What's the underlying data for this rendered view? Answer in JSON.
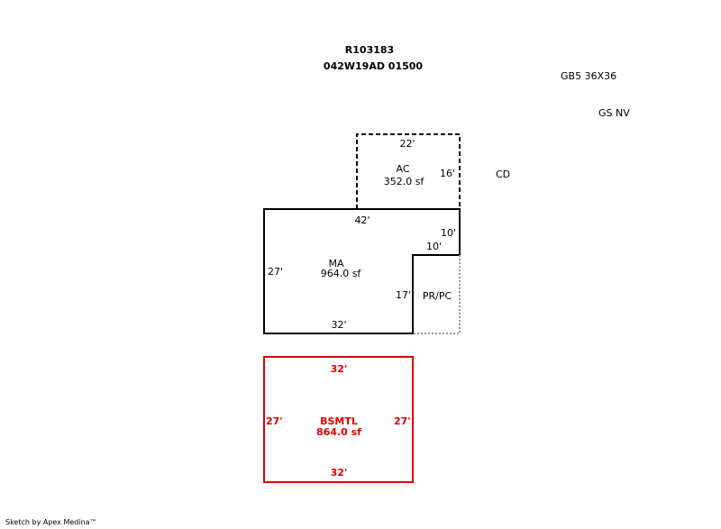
{
  "header": {
    "parcel_id": "R103183",
    "map_number": "042W19AD 01500"
  },
  "notes": {
    "outbuilding": "GB5 36X36",
    "outbuilding_note": "GS NV",
    "deck_label": "CD"
  },
  "areas": {
    "ac": {
      "label": "AC",
      "area": "352.0 sf",
      "dim_top": "22'",
      "dim_right": "16'"
    },
    "ma": {
      "label": "MA",
      "area": "964.0 sf",
      "dim_top": "42'",
      "dim_left": "27'",
      "dim_bottom": "32'",
      "dim_notch_right": "10'",
      "dim_notch_top": "10'",
      "dim_notch_left": "17'"
    },
    "prpc": {
      "label": "PR/PC"
    },
    "bsmtl": {
      "label": "BSMTL",
      "area": "864.0 sf",
      "dim_top": "32'",
      "dim_bottom": "32'",
      "dim_left": "27'",
      "dim_right": "27'"
    }
  },
  "colors": {
    "outline": "#000000",
    "basement": "#e00000",
    "porch": "#999999"
  },
  "footer": {
    "credit": "Sketch by Apex Medina™"
  }
}
